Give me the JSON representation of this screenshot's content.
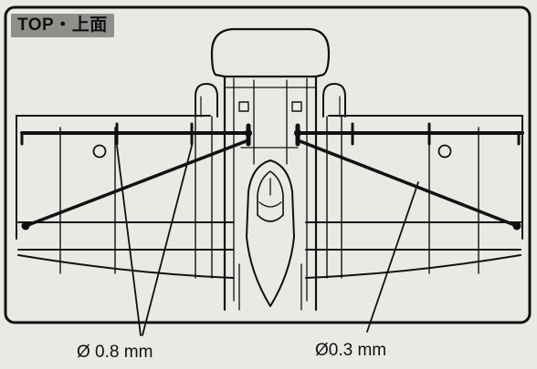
{
  "view_label": "TOP・上面",
  "dimensions": {
    "left": "Ø 0.8 mm",
    "right": "Ø0.3 mm"
  },
  "colors": {
    "ink": "#111111",
    "paper": "#e9e9e6",
    "label_bg": "#8f8f8c"
  }
}
